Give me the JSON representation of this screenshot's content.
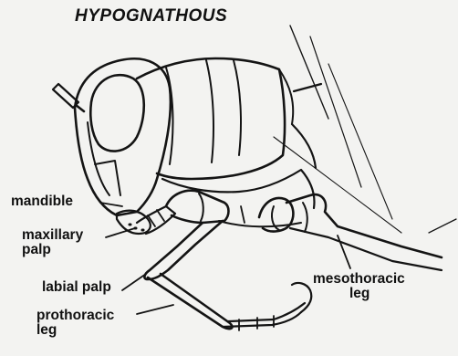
{
  "title": "HYPOGNATHOUS",
  "labels": {
    "mandible": "mandible",
    "maxillary_palp_line1": "maxillary",
    "maxillary_palp_line2": "palp",
    "labial_palp": "labial palp",
    "prothoracic_leg_line1": "prothoracic",
    "prothoracic_leg_line2": "leg",
    "mesothoracic_leg_line1": "mesothoracic",
    "mesothoracic_leg_line2": "leg"
  }
}
